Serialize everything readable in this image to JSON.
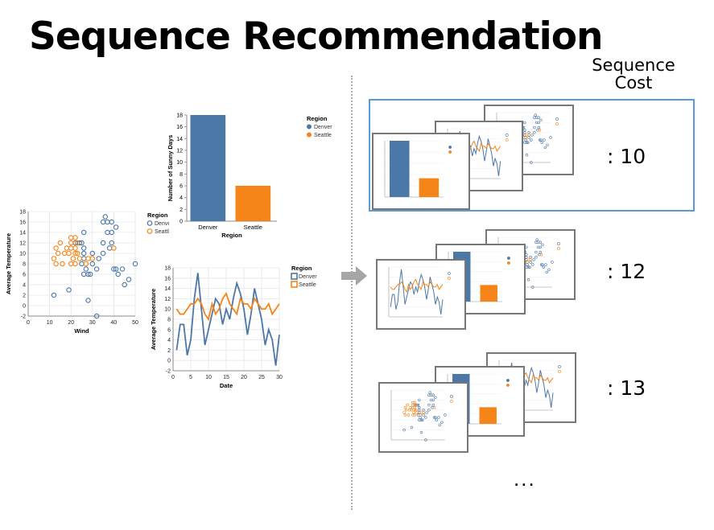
{
  "slide": {
    "title": "Sequence Recommendation",
    "cost_header": [
      "Sequence",
      "Cost"
    ],
    "ellipsis": "...",
    "colors": {
      "denver": "#4c78a8",
      "seattle": "#f58518",
      "highlight": "#5b9bd5",
      "arrow": "#a6a6a6",
      "card_border": "#777777"
    },
    "icons": {
      "arrow": "right-arrow-icon"
    }
  },
  "sequences": [
    {
      "cost": ": 10",
      "highlighted": true
    },
    {
      "cost": ": 12",
      "highlighted": false
    },
    {
      "cost": ": 13",
      "highlighted": false
    }
  ],
  "chart_data": [
    {
      "id": "scatter",
      "type": "scatter",
      "xlabel": "Wind",
      "ylabel": "Average Temperature",
      "xlim": [
        0,
        50
      ],
      "ylim": [
        -2,
        18
      ],
      "xticks": [
        0,
        10,
        20,
        30,
        40,
        50
      ],
      "yticks": [
        -2,
        0,
        2,
        4,
        6,
        8,
        10,
        12,
        14,
        16,
        18
      ],
      "legend": {
        "title": "Region",
        "items": [
          "Denver",
          "Seattle"
        ]
      },
      "series": [
        {
          "name": "Denver",
          "points": [
            [
              36,
              17
            ],
            [
              37,
              16
            ],
            [
              35,
              16
            ],
            [
              39,
              16
            ],
            [
              41,
              15
            ],
            [
              37,
              14
            ],
            [
              39,
              14
            ],
            [
              26,
              14
            ],
            [
              35,
              12
            ],
            [
              39,
              12
            ],
            [
              23,
              12
            ],
            [
              25,
              12
            ],
            [
              24,
              12
            ],
            [
              22,
              12
            ],
            [
              26,
              11
            ],
            [
              38,
              11
            ],
            [
              35,
              10
            ],
            [
              30,
              10
            ],
            [
              26,
              10
            ],
            [
              26,
              9
            ],
            [
              33,
              9
            ],
            [
              30,
              8
            ],
            [
              25,
              8
            ],
            [
              41,
              7
            ],
            [
              44,
              7
            ],
            [
              40,
              7
            ],
            [
              50,
              8
            ],
            [
              27,
              7
            ],
            [
              32,
              7
            ],
            [
              28,
              6
            ],
            [
              29,
              6
            ],
            [
              42,
              6
            ],
            [
              26,
              6
            ],
            [
              47,
              5
            ],
            [
              45,
              4
            ],
            [
              19,
              3
            ],
            [
              12,
              2
            ],
            [
              28,
              1
            ],
            [
              32,
              -2
            ]
          ]
        },
        {
          "name": "Seattle",
          "points": [
            [
              22,
              13
            ],
            [
              20,
              13
            ],
            [
              23,
              12
            ],
            [
              15,
              12
            ],
            [
              20,
              12
            ],
            [
              13,
              11
            ],
            [
              18,
              11
            ],
            [
              20,
              11
            ],
            [
              22,
              11
            ],
            [
              40,
              11
            ],
            [
              17,
              10
            ],
            [
              14,
              10
            ],
            [
              19,
              10
            ],
            [
              22,
              10
            ],
            [
              23,
              10
            ],
            [
              28,
              9
            ],
            [
              30,
              9
            ],
            [
              12,
              9
            ],
            [
              21,
              9
            ],
            [
              24,
              9
            ],
            [
              16,
              8
            ],
            [
              20,
              8
            ],
            [
              27,
              8
            ],
            [
              22,
              8
            ],
            [
              13,
              8
            ]
          ]
        }
      ]
    },
    {
      "id": "bar",
      "type": "bar",
      "xlabel": "Region",
      "ylabel": "Number of Sunny Days",
      "categories": [
        "Denver",
        "Seattle"
      ],
      "values": [
        18,
        6
      ],
      "ylim": [
        0,
        18
      ],
      "yticks": [
        0,
        2,
        4,
        6,
        8,
        10,
        12,
        14,
        16,
        18
      ],
      "legend": {
        "title": "Region",
        "items": [
          "Denver",
          "Seattle"
        ]
      }
    },
    {
      "id": "line",
      "type": "line",
      "xlabel": "Date",
      "ylabel": "Average Temperature",
      "xlim": [
        0,
        30
      ],
      "ylim": [
        -2,
        18
      ],
      "xticks": [
        0,
        5,
        10,
        15,
        20,
        25,
        30
      ],
      "yticks": [
        -2,
        0,
        2,
        4,
        6,
        8,
        10,
        12,
        14,
        16,
        18
      ],
      "legend": {
        "title": "Region",
        "items": [
          "Denver",
          "Seattle"
        ]
      },
      "series": [
        {
          "name": "Denver",
          "x": [
            1,
            2,
            3,
            4,
            5,
            6,
            7,
            8,
            9,
            10,
            11,
            12,
            13,
            14,
            15,
            16,
            17,
            18,
            19,
            20,
            21,
            22,
            23,
            24,
            25,
            26,
            27,
            28,
            29,
            30
          ],
          "y": [
            2,
            7,
            7,
            1,
            4,
            12,
            17,
            10,
            3,
            6,
            9,
            12,
            11,
            7,
            10,
            8,
            12,
            15,
            13,
            10,
            5,
            9,
            14,
            11,
            8,
            3,
            6,
            4,
            -1,
            5
          ]
        },
        {
          "name": "Seattle",
          "x": [
            1,
            2,
            3,
            4,
            5,
            6,
            7,
            8,
            9,
            10,
            11,
            12,
            13,
            14,
            15,
            16,
            17,
            18,
            19,
            20,
            21,
            22,
            23,
            24,
            25,
            26,
            27,
            28,
            29,
            30
          ],
          "y": [
            10,
            9,
            9,
            10,
            11,
            11,
            12,
            11,
            9,
            8,
            11,
            9,
            10,
            12,
            13,
            11,
            10,
            9,
            12,
            11,
            11,
            10,
            12,
            11,
            10,
            10,
            11,
            9,
            10,
            11
          ]
        }
      ]
    }
  ]
}
